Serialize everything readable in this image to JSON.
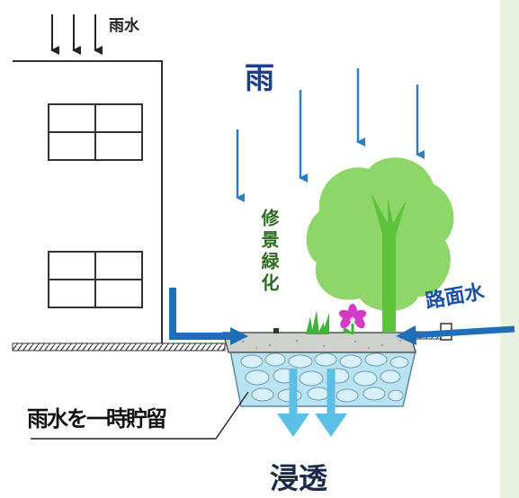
{
  "labels": {
    "rainwater": "雨水",
    "rain": "雨",
    "greening": "修景緑化",
    "road_water": "路面水",
    "temporary_storage": "雨水を一時貯留",
    "infiltration": "浸透"
  },
  "colors": {
    "rain_arrow": "#2f7fc1",
    "flow_arrow": "#1f6fb8",
    "infiltration_arrow": "#5bbfe6",
    "tree_crown": "#8fd66a",
    "tree_trunk": "#5cc23a",
    "flower": "#d33bc6",
    "grass": "#3fb23a",
    "gravel": "#b9e3f2",
    "concrete": "#cfd2cc",
    "background": "#e9f2e0"
  }
}
